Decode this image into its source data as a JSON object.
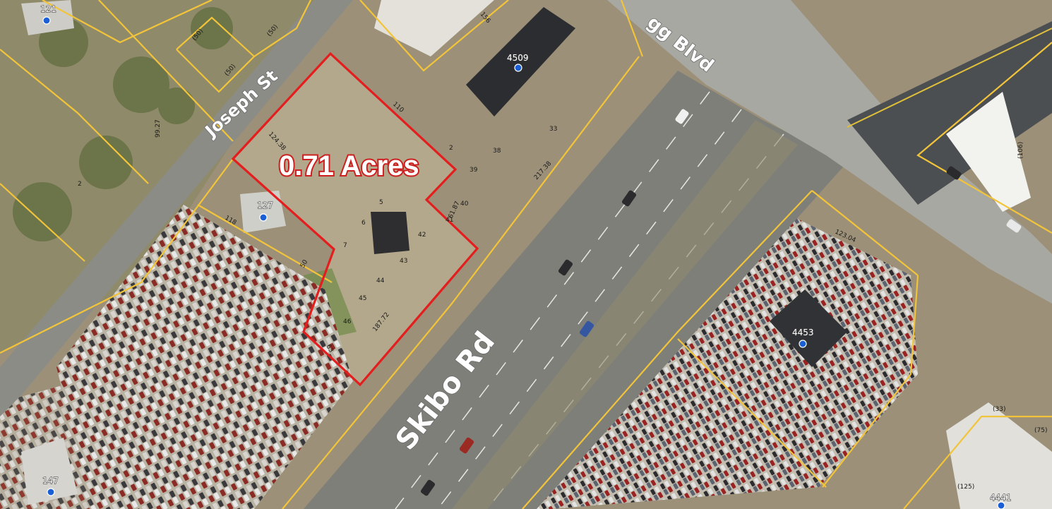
{
  "map": {
    "area_label": "0.71 Acres",
    "streets": {
      "joseph": "Joseph St",
      "skibo": "Skibo Rd",
      "blvd": "gg Blvd"
    },
    "address_labels": {
      "a121": "121",
      "a4509": "4509",
      "a127": "127",
      "a4453": "4453",
      "a147": "147",
      "a4441": "4441"
    },
    "dimensions": {
      "d110": "110",
      "d124": "124.38",
      "d217": "217.38",
      "d172": "187.72",
      "d61": "61.87",
      "d123": "123.04",
      "d99": "99.27",
      "d156": "156",
      "d118": "118",
      "d50": "50",
      "d63": "63"
    },
    "lot_numbers": {
      "n2a": "2",
      "n38": "38",
      "n39": "39",
      "n40": "40",
      "n41": "41",
      "n42": "42",
      "n43": "43",
      "n44": "44",
      "n45": "45",
      "n46": "46",
      "n5": "5",
      "n6": "6",
      "n7": "7",
      "n33": "33",
      "n2b": "2"
    },
    "map_numbers": {
      "m106": "(106)",
      "m33": "(33)",
      "m75": "(75)",
      "m125": "(125)",
      "m50a": "(50)",
      "m50b": "(50)",
      "m50c": "(50)"
    },
    "colors": {
      "parcel_line": "#f2c43a",
      "subject_outline": "#e41e1e",
      "road": "#8c8c86",
      "marker": "#1a5fd6"
    }
  }
}
